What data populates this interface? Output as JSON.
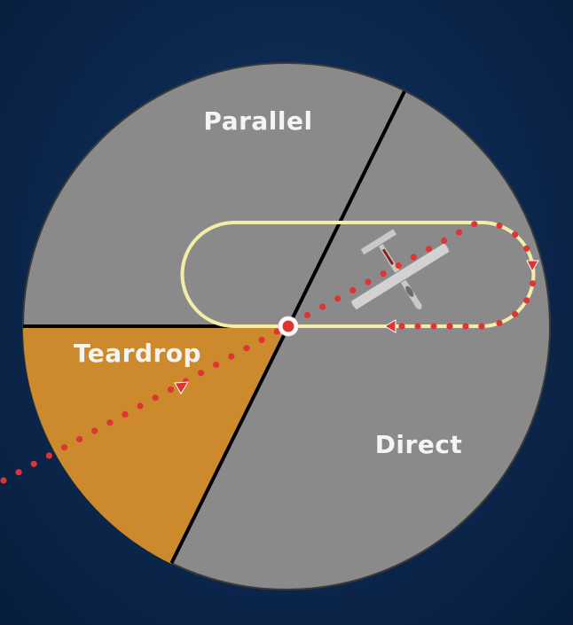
{
  "diagram": {
    "labels": {
      "parallel": "Parallel",
      "teardrop": "Teardrop",
      "direct": "Direct"
    },
    "colors": {
      "background": "#0d2a52",
      "sector_default": "#8a8a8a",
      "sector_highlight": "#cc8a2c",
      "holding_pattern": "#f3ecaa",
      "flight_path": "#e03434",
      "divider": "#000000",
      "aircraft": "#c9c9c9"
    },
    "highlighted_sector": "teardrop"
  }
}
